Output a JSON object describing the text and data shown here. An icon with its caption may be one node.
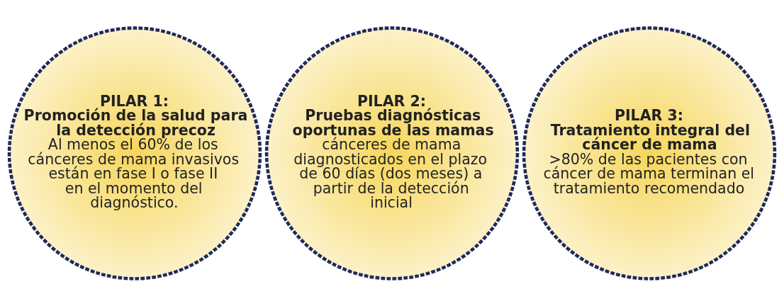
{
  "diagram": {
    "nodes": [
      {
        "text": [
          "PILAR 1:",
          "Promoción de la salud para la detección precoz",
          "Al menos el 60% de los cánceres de mama invasivos están en fase I o fase II en el momento del diagnóstico."
        ]
      },
      {
        "text": [
          "PILAR 2:",
          "Pruebas diagnósticas oportunas de las mamas",
          "cánceres de mama diagnosticados en el plazo de 60 días (dos meses) a partir de la detección inicial"
        ]
      },
      {
        "text": [
          "PILAR 3:",
          "Tratamiento integral del cáncer de mama",
          ">80% de las pacientes con cáncer de mama terminan el tratamiento recomendado"
        ]
      }
    ]
  }
}
